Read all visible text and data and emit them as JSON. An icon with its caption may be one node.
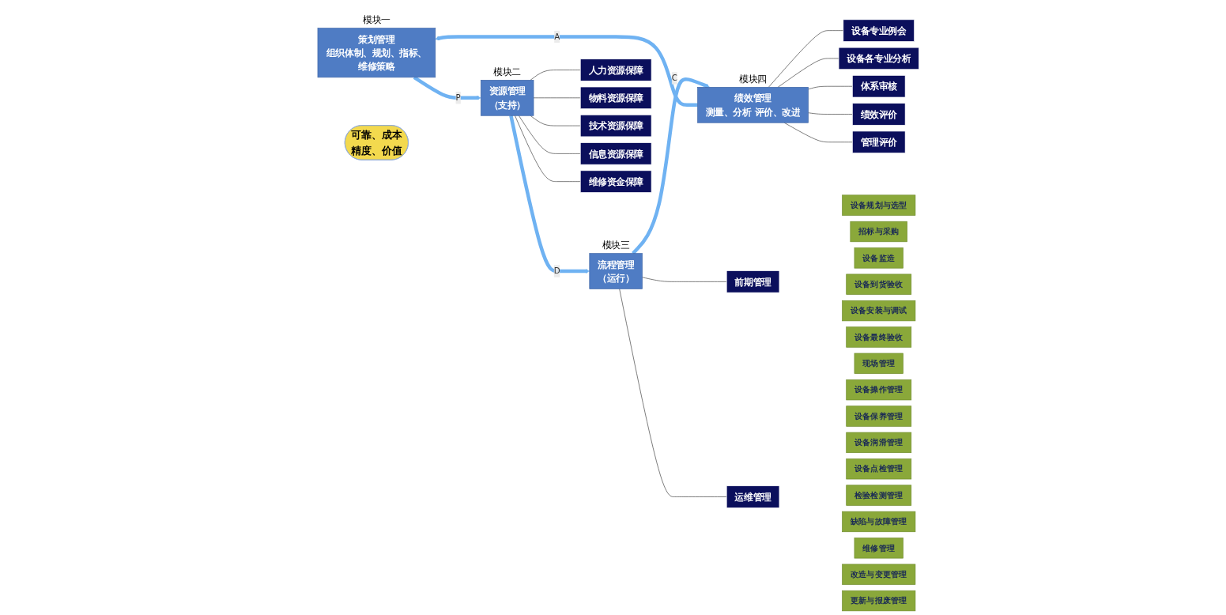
{
  "diagram": {
    "nodes": [
      {
        "text": [
          "策划管理",
          "组织体制、规划、指标、维修策略"
        ],
        "beside": [
          "模块一"
        ]
      },
      {
        "text": [
          "资源管理",
          "（支持）"
        ],
        "beside": [
          "模块二"
        ]
      },
      {
        "text": [
          "流程管理",
          "（运行）"
        ],
        "beside": [
          "模块三"
        ]
      },
      {
        "text": [
          "绩效管理",
          "测量、分析 评价、改进"
        ],
        "beside": [
          "模块四"
        ]
      },
      {
        "text": [
          "可靠、成本",
          "精度、价值"
        ]
      },
      {
        "text": [
          "人力资源保障"
        ]
      },
      {
        "text": [
          "物料资源保障"
        ]
      },
      {
        "text": [
          "技术资源保障"
        ]
      },
      {
        "text": [
          "信息资源保障"
        ]
      },
      {
        "text": [
          "维修资金保障"
        ]
      },
      {
        "text": [
          "设备专业例会"
        ]
      },
      {
        "text": [
          "设备各专业分析"
        ]
      },
      {
        "text": [
          "体系审核"
        ]
      },
      {
        "text": [
          "绩效评价"
        ]
      },
      {
        "text": [
          "管理评价"
        ]
      },
      {
        "text": [
          "前期管理"
        ]
      },
      {
        "text": [
          "运维管理"
        ]
      },
      {
        "text": [
          "设备规划与选型"
        ]
      },
      {
        "text": [
          "招标与采购"
        ]
      },
      {
        "text": [
          "设备监造"
        ]
      },
      {
        "text": [
          "设备到货验收"
        ]
      },
      {
        "text": [
          "设备安装与调试"
        ]
      },
      {
        "text": [
          "设备最终验收"
        ]
      },
      {
        "text": [
          "现场管理"
        ]
      },
      {
        "text": [
          "设备操作管理"
        ]
      },
      {
        "text": [
          "设备保养管理"
        ]
      },
      {
        "text": [
          "设备润滑管理"
        ]
      },
      {
        "text": [
          "设备点检管理"
        ]
      },
      {
        "text": [
          "检验检测管理"
        ]
      },
      {
        "text": [
          "缺陷与故障管理"
        ]
      },
      {
        "text": [
          "维修管理"
        ]
      },
      {
        "text": [
          "改造与变更管理"
        ]
      },
      {
        "text": [
          "更新与报废管理"
        ]
      }
    ],
    "edges": [
      {
        "from": 0,
        "to": 1,
        "arrow": "to",
        "label": "P",
        "style": "thick",
        "color": "#6fb2f2"
      },
      {
        "from": 1,
        "to": 2,
        "arrow": "to",
        "label": "D",
        "style": "thick",
        "color": "#6fb2f2"
      },
      {
        "from": 2,
        "to": 3,
        "arrow": "to",
        "label": "C",
        "style": "thick",
        "color": "#6fb2f2"
      },
      {
        "from": 3,
        "to": 0,
        "arrow": "to",
        "label": "A",
        "style": "thick",
        "color": "#6fb2f2"
      },
      {
        "from": 1,
        "to": 5,
        "arrow": "none"
      },
      {
        "from": 1,
        "to": 6,
        "arrow": "none"
      },
      {
        "from": 1,
        "to": 7,
        "arrow": "none"
      },
      {
        "from": 1,
        "to": 8,
        "arrow": "none"
      },
      {
        "from": 1,
        "to": 9,
        "arrow": "none"
      },
      {
        "from": 3,
        "to": 10,
        "arrow": "none"
      },
      {
        "from": 3,
        "to": 11,
        "arrow": "none"
      },
      {
        "from": 3,
        "to": 12,
        "arrow": "none"
      },
      {
        "from": 3,
        "to": 13,
        "arrow": "none"
      },
      {
        "from": 3,
        "to": 14,
        "arrow": "none"
      },
      {
        "from": 2,
        "to": 15,
        "arrow": "none"
      },
      {
        "from": 2,
        "to": 16,
        "arrow": "none"
      }
    ]
  }
}
